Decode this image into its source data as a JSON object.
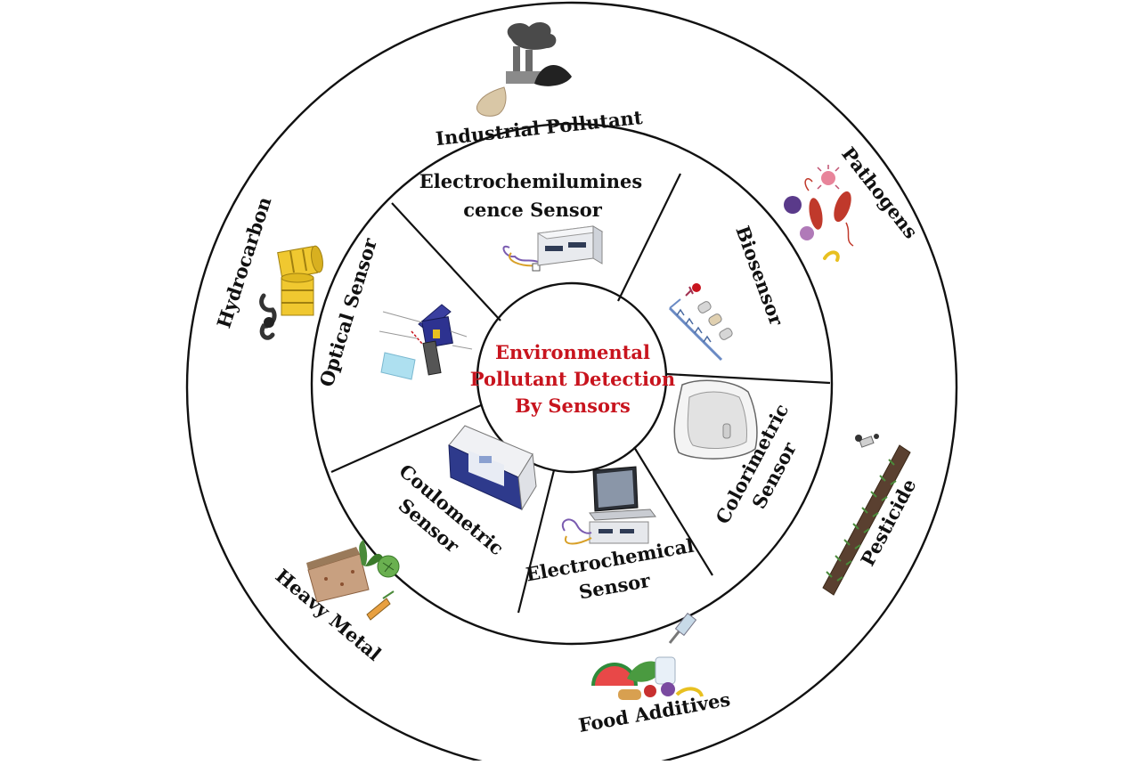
{
  "center": {
    "line1": "Environmental",
    "line2": "Pollutant Detection",
    "line3": "By Sensors"
  },
  "sensors": [
    {
      "id": "ecl",
      "line1": "Electrochemilumines",
      "line2": "cence  Sensor",
      "icon": "ecl-analyzer-icon"
    },
    {
      "id": "bio",
      "line1": "Biosensor",
      "icon": "biosensor-icon"
    },
    {
      "id": "colorimetric",
      "line1": "Colorimetric",
      "line2": "Sensor",
      "icon": "colorimeter-icon"
    },
    {
      "id": "electrochemical",
      "line1": "Electrochemical",
      "line2": "Sensor",
      "icon": "electrochemical-workstation-icon"
    },
    {
      "id": "coulometric",
      "line1": "Coulometric",
      "line2": "Sensor",
      "icon": "coulometer-icon"
    },
    {
      "id": "optical",
      "line1": "Optical Sensor",
      "icon": "optical-sensor-icon"
    }
  ],
  "pollutants": [
    {
      "id": "industrial",
      "label": "Industrial Pollutant",
      "icon": "factory-icon"
    },
    {
      "id": "pathogens",
      "label": "Pathogens",
      "icon": "pathogens-icon"
    },
    {
      "id": "pesticide",
      "label": "Pesticide",
      "icon": "crop-spraying-icon"
    },
    {
      "id": "food",
      "label": "Food Additives",
      "icon": "food-icon"
    },
    {
      "id": "heavymetal",
      "label": "Heavy Metal",
      "icon": "soil-plant-icon"
    },
    {
      "id": "hydrocarbon",
      "label": "Hydrocarbon",
      "icon": "oil-barrel-icon"
    }
  ],
  "colors": {
    "center_text": "#c8141e",
    "lines": "#111111",
    "text": "#111111"
  }
}
